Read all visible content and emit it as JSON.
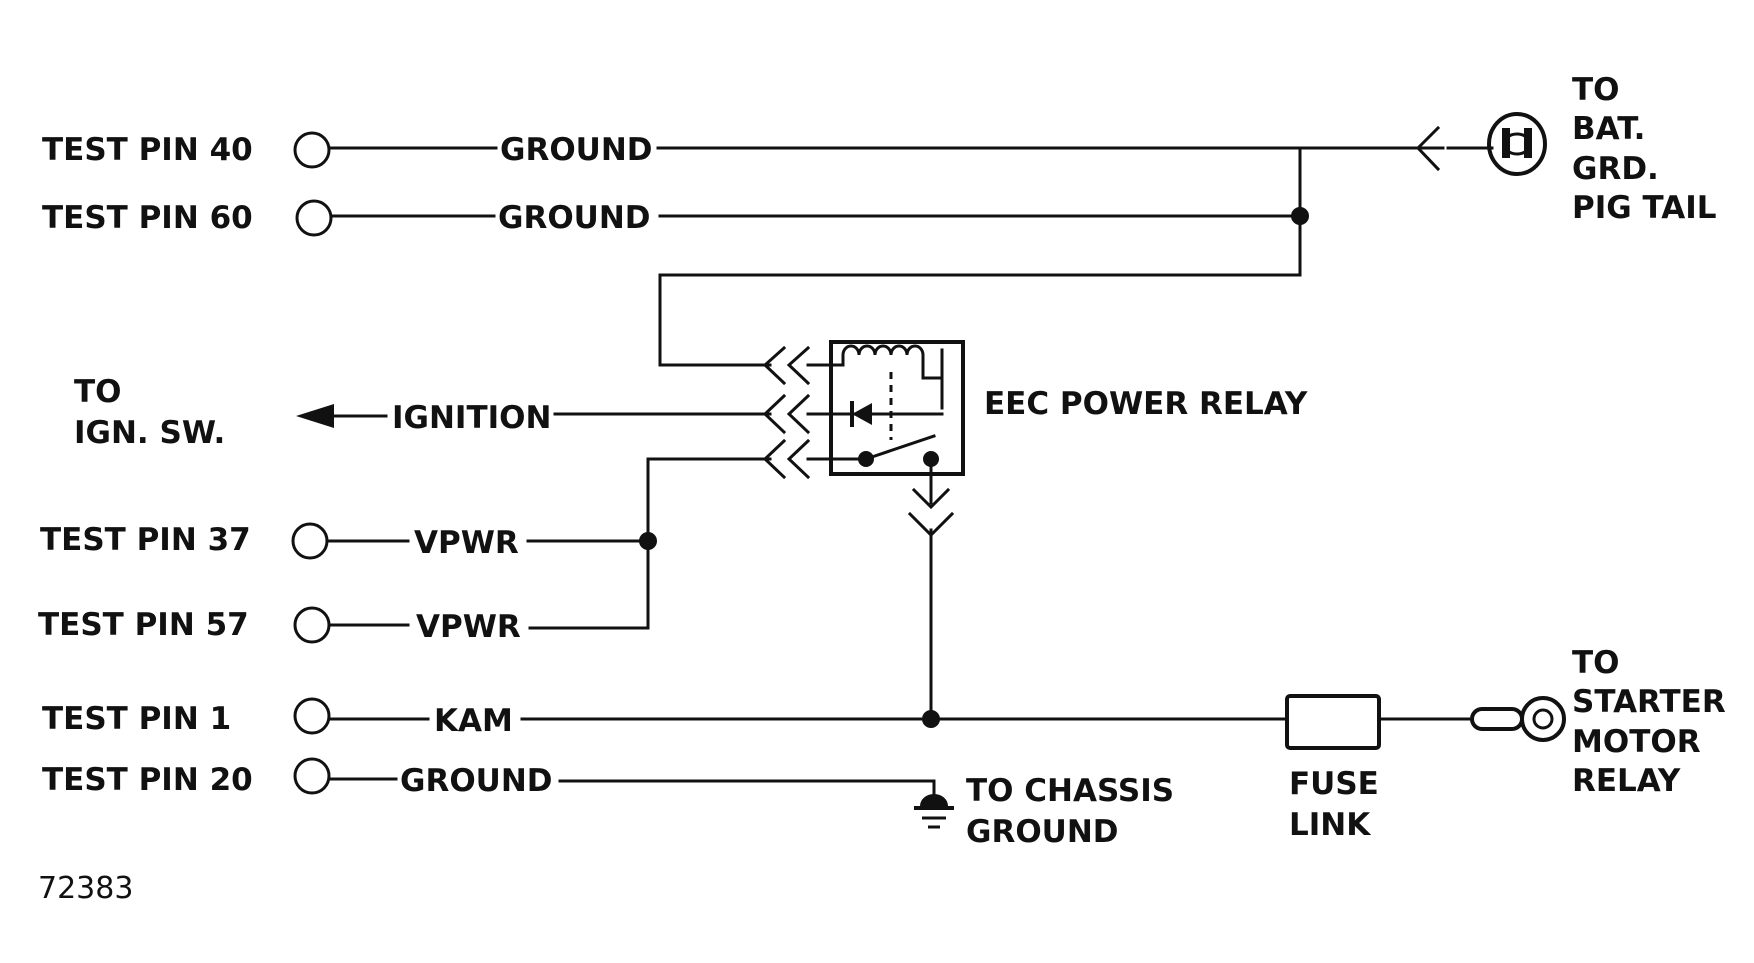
{
  "pins": {
    "p40": "TEST PIN 40",
    "p60": "TEST PIN 60",
    "p37": "TEST PIN 37",
    "p57": "TEST PIN 57",
    "p1": "TEST PIN 1",
    "p20": "TEST PIN 20"
  },
  "wires": {
    "ground_40": "GROUND",
    "ground_60": "GROUND",
    "ignition": "IGNITION",
    "vpwr_37": "VPWR",
    "vpwr_57": "VPWR",
    "kam": "KAM",
    "ground_20": "GROUND"
  },
  "destinations": {
    "bat_grd": [
      "TO",
      "BAT.",
      "GRD.",
      "PIG TAIL"
    ],
    "ign_sw": [
      "TO",
      "IGN. SW."
    ],
    "chassis": [
      "TO CHASSIS",
      "GROUND"
    ],
    "starter": [
      "TO",
      "STARTER",
      "MOTOR",
      "RELAY"
    ]
  },
  "components": {
    "relay": "EEC POWER RELAY",
    "fuse": [
      "FUSE",
      "LINK"
    ]
  },
  "figure_number": "72383",
  "icons": [
    "pin-terminal-icon",
    "bat-ground-pigtail-icon",
    "relay-coil-icon",
    "diode-icon",
    "relay-switch-icon",
    "chassis-ground-icon",
    "ring-terminal-icon",
    "connector-chevron-icon",
    "arrow-left-icon"
  ]
}
